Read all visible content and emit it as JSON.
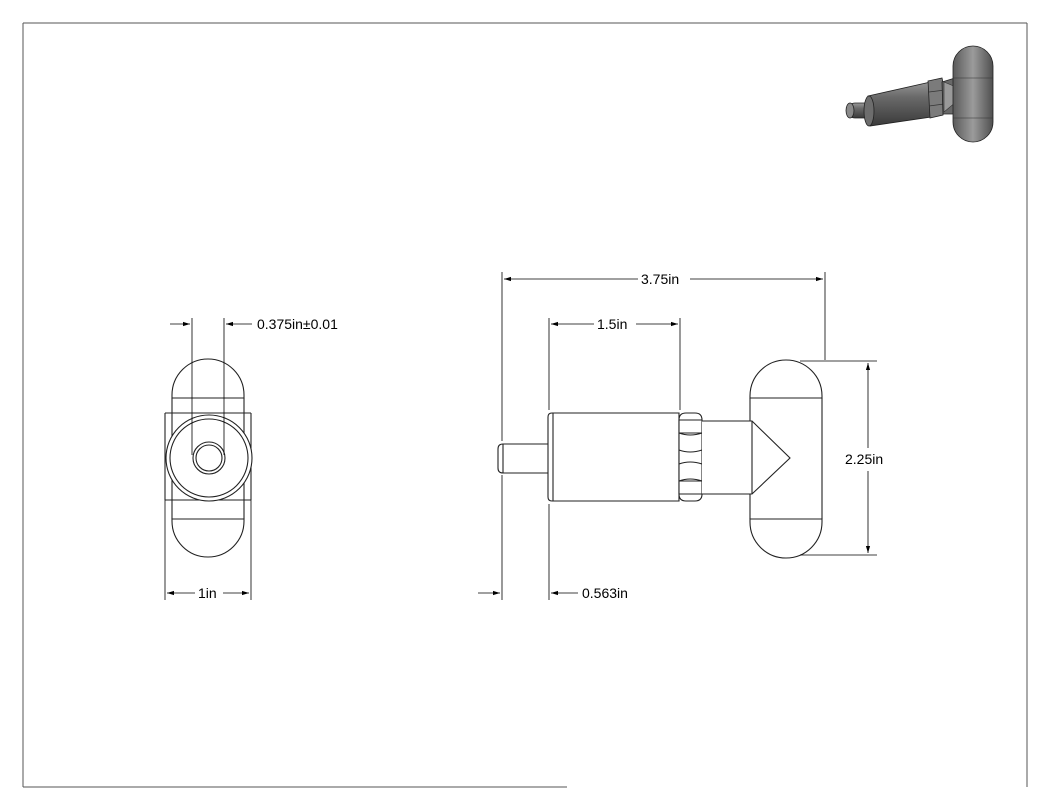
{
  "drawing": {
    "views": {
      "end_view": {
        "dims": {
          "pin_diameter": "0.375in±0.01",
          "width": "1in"
        }
      },
      "side_view": {
        "dims": {
          "overall_length": "3.75in",
          "body_length": "1.5in",
          "handle_height": "2.25in",
          "pin_projection": "0.563in"
        }
      }
    },
    "colors": {
      "part_fill": "#ffffff",
      "iso_dark": "#4a4a4a",
      "iso_mid": "#7a7a7a",
      "iso_light": "#b5b5b5"
    }
  }
}
